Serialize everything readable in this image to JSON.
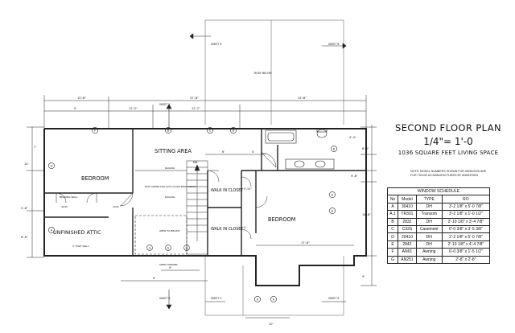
{
  "title_block": {
    "title": "SECOND FLOOR PLAN",
    "scale": "1/4\"= 1'-0",
    "area": "1036 SQUARE FEET LIVING SPACE"
  },
  "rooms": {
    "bedroom_left": "BEDROOM",
    "sitting_area": "SITTING AREA",
    "walk_in_closet_1": "WALK IN CLOSET",
    "walk_in_closet_2": "WALK IN CLOSET",
    "bedroom_right": "BEDROOM",
    "unfinished_attic": "UNFINISHED ATTIC",
    "dn": "DN"
  },
  "annotations": {
    "sheet_nw": "SHEET 6",
    "sheet_ne": "SHEET 6",
    "sheet_w": "SHEET 5",
    "sheet_sw": "SHEET 6",
    "sheet_s": "SHEET 5",
    "sheet_se": "SHEET 6",
    "roof_below": "ROOF BELOW",
    "railing": "RAILING",
    "railing_2": "RAILING",
    "post": "POST UNDER FOR ATTIC FLOOR BEAM ABOVE",
    "bearing_wall": "BEARING WALL",
    "knee_wall": "3' HIGH WALL",
    "open_to_below": "OPEN TO BELOW",
    "shed_dormer": "SHED DORMER",
    "attic_a": "4X4S",
    "attic_b": "4X4S"
  },
  "dimensions": {
    "top_overall": "37'-8\"",
    "top_left": "15'-8\"",
    "top_right": "13'-8\"",
    "mid_left": "9'",
    "mid_mid": "12'-2\"",
    "mid_right": "12'-2\"",
    "small_6": "6'",
    "small_4": "4'",
    "left_7": "7'",
    "left_14": "14'",
    "left_2_6": "2'-6\"",
    "left_6_8": "6'-8\"",
    "right_4_4": "4'-4\"",
    "right_8_6": "8'-6\"",
    "right_9_8": "9'-8\"",
    "right_14_6": "14'-6\"",
    "right_9": "9'",
    "bottom_6": "6'",
    "bottom_9": "9'",
    "bottom_10": "10'",
    "bottom_17_8": "17'-8\"",
    "closet_5": "5'-10\"",
    "closet_3": "3'"
  },
  "tags": {
    "f": "F",
    "d1": "D",
    "c": "C",
    "d2": "D",
    "b": "B",
    "a1": "A",
    "a2": "A",
    "e": "E",
    "a3": "A",
    "a4": "A",
    "g1": "G",
    "g2": "G",
    "g3": "G",
    "g4": "G",
    "g5": "G",
    "a5": "A",
    "a6": "A"
  },
  "note": "NOTE: MODEL NUMBERS SHOWN FOR WINDOWS ARE FOR THOSE AS MANUFACTURED BY ANDERSEN",
  "schedule": {
    "caption": "WINDOW SCHEDULE",
    "headers": [
      "No",
      "Model",
      "TYPE",
      "RO"
    ],
    "rows": [
      [
        "A",
        "30410",
        "DH",
        "3'-2 1/8\" x 5'-0 7/8\""
      ],
      [
        "A.1",
        "TR301",
        "Transom",
        "3'-2 1/8\" x 1'-0 1/2\""
      ],
      [
        "B",
        "2832",
        "DH",
        "2'-10 1/8\" x 3'-4 7/8\""
      ],
      [
        "C",
        "C33S",
        "Casement",
        "6'-0 3/8\" x 3'-5 3/8\""
      ],
      [
        "D",
        "20410",
        "DH",
        "2'-2 1/8\" x 5'-0 7/8\""
      ],
      [
        "E",
        "2842",
        "DH",
        "2'-10 1/8\" x 4'-4 7/8\""
      ],
      [
        "F",
        "AN61",
        "Awning",
        "6'-0 3/8\" x 1'-5 1/2\""
      ],
      [
        "G",
        "AN251",
        "Awning",
        "2'-8\" x 2'-8\""
      ]
    ]
  },
  "footer": ""
}
